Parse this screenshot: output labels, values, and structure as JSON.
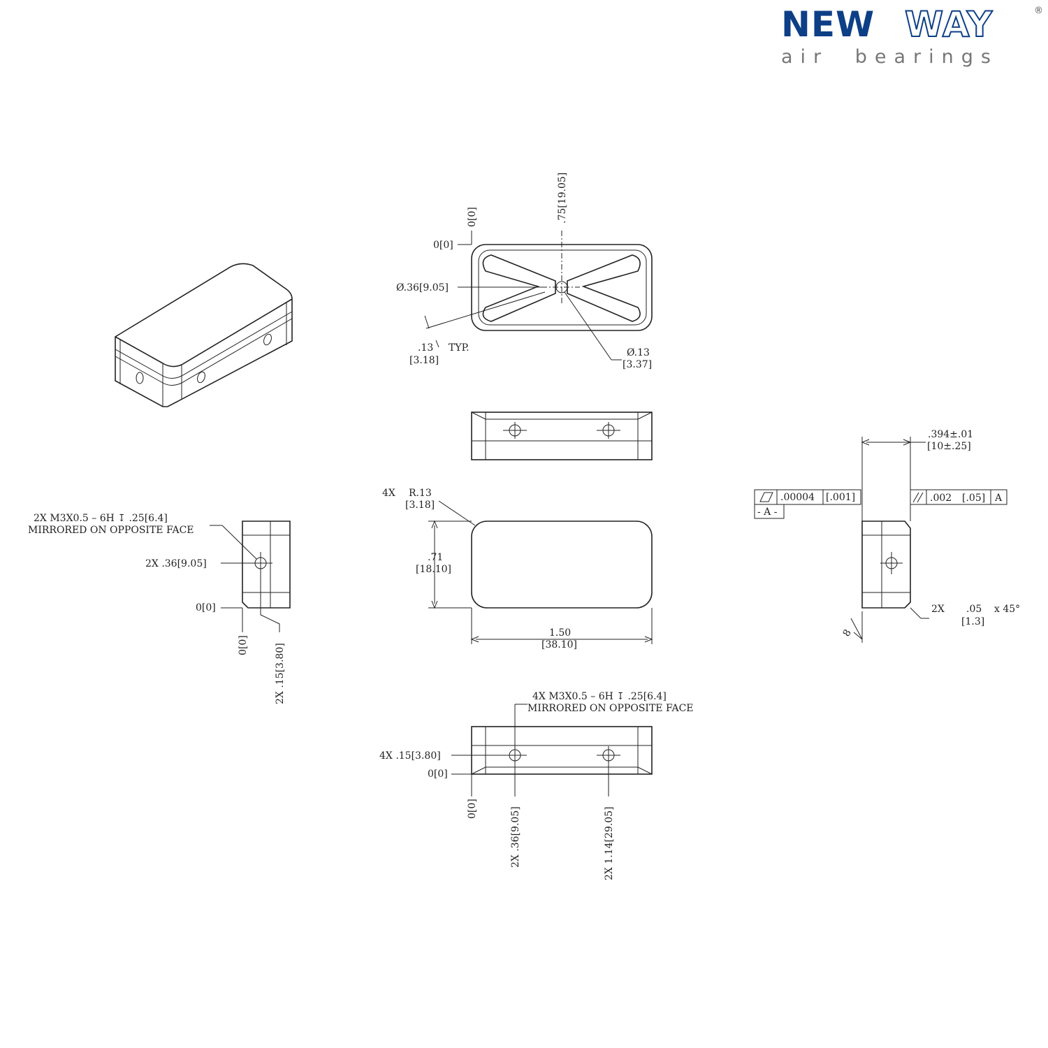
{
  "brand": {
    "logo_primary": "NEW",
    "logo_secondary": "WAY",
    "logo_tagline": "air bearings",
    "registered_mark": "®",
    "brand_color": "#0d3f86"
  },
  "top_view": {
    "origin_y": "0[0]",
    "origin_x": "0[0]",
    "center_x": ".75[19.05]",
    "hole_diameter": "Ø.36[9.05]",
    "groove_width": ".13",
    "groove_width_mm": "[3.18]",
    "groove_typ": "TYP.",
    "center_hole": "Ø.13",
    "center_hole_mm": "[3.37]"
  },
  "front_view": {
    "radius_qty": "4X",
    "radius": "R.13",
    "radius_mm": "[3.18]",
    "height": ".71",
    "height_mm": "[18.10]",
    "width": "1.50",
    "width_mm": "[38.10]"
  },
  "left_view": {
    "thread_note_1": "2X M3X0.5 – 6H ↧ .25[6.4]",
    "thread_note_2": "MIRRORED ON OPPOSITE FACE",
    "hole_position": "2X .36[9.05]",
    "origin_y": "0[0]",
    "origin_x": "0[0]",
    "hole_offset": "2X .15[3.80]"
  },
  "bottom_view": {
    "thread_note_1": "4X M3X0.5 – 6H ↧ .25[6.4]",
    "thread_note_2": "MIRRORED ON OPPOSITE FACE",
    "hole_height": "4X .15[3.80]",
    "origin_y": "0[0]",
    "origin_x": "0[0]",
    "hole_pos_1": "2X .36[9.05]",
    "hole_pos_2": "2X 1.14[29.05]"
  },
  "side_view": {
    "thickness": ".394±.01",
    "thickness_mm": "[10±.25]",
    "flatness_value": ".00004",
    "flatness_value_mm": "[.001]",
    "datum": "- A -",
    "parallel_value": ".002",
    "parallel_value_mm": "[.05]",
    "parallel_datum": "A",
    "chamfer_qty": "2X",
    "chamfer": ".05",
    "chamfer_angle": "x 45°",
    "chamfer_mm": "[1.3]",
    "surface_finish": "8"
  }
}
